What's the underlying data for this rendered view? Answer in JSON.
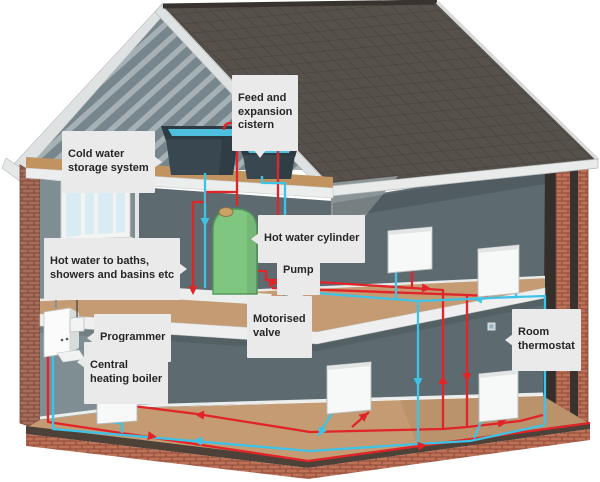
{
  "labels": {
    "feed_expansion": {
      "text": "Feed and\nexpansion\ncistern"
    },
    "cold_water": {
      "text": "Cold water\nstorage system"
    },
    "hot_water_cylinder": {
      "text": "Hot water cylinder"
    },
    "hot_water_baths": {
      "text": "Hot water to baths,\nshowers and basins etc"
    },
    "pump": {
      "text": "Pump"
    },
    "motorised_valve": {
      "text": "Motorised\nvalve"
    },
    "programmer": {
      "text": "Programmer"
    },
    "central_heating_boiler": {
      "text": "Central\nheating boiler"
    },
    "room_thermostat": {
      "text": "Room\nthermostat"
    }
  },
  "colors": {
    "red_pipe": "#e02428",
    "cyan_pipe": "#3ec3e6",
    "cylinder_green": "#7fc781",
    "tank_water": "#4cc0de",
    "label_bg": "#eaeaea",
    "label_text": "#262626",
    "wall_back": "#5d6b70",
    "wall_left": "#7e8e92",
    "floor_wood": "#c49b72",
    "roof_tiles": "#57514b",
    "brick": "#b97258"
  }
}
